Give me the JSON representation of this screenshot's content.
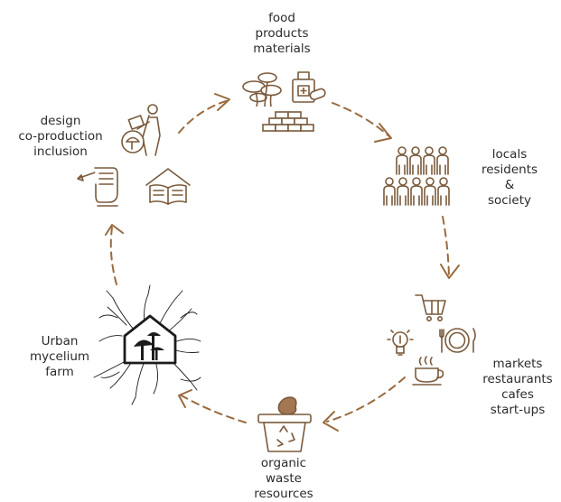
{
  "colors": {
    "arrow": "#9a6a3e",
    "icon": "#7a5a3c",
    "ink": "#1c1c1c",
    "text": "#2b2b2b"
  },
  "stages": {
    "products": {
      "lines": [
        "food",
        "products",
        "materials"
      ],
      "icons": [
        "mushroom-cluster-icon",
        "medicine-bottle-icon",
        "brick-wall-icon"
      ]
    },
    "society": {
      "lines": [
        "locals",
        "residents",
        "&",
        "society"
      ],
      "icons": [
        "people-group-icon"
      ]
    },
    "businesses": {
      "lines": [
        "markets",
        "restaurants",
        "cafes",
        "start-ups"
      ],
      "icons": [
        "shopping-cart-icon",
        "lightbulb-icon",
        "plate-cutlery-icon",
        "coffee-cup-icon"
      ]
    },
    "waste": {
      "lines": [
        "organic",
        "waste",
        "resources"
      ],
      "icons": [
        "recycling-bin-icon"
      ]
    },
    "farm": {
      "lines": [
        "Urban",
        "mycelium",
        "farm"
      ],
      "icons": [
        "mycelium-farm-icon"
      ]
    },
    "design": {
      "lines": [
        "design",
        "co-production",
        "inclusion"
      ],
      "icons": [
        "worker-saw-icon",
        "hand-pencil-icon",
        "open-book-house-icon"
      ]
    }
  }
}
